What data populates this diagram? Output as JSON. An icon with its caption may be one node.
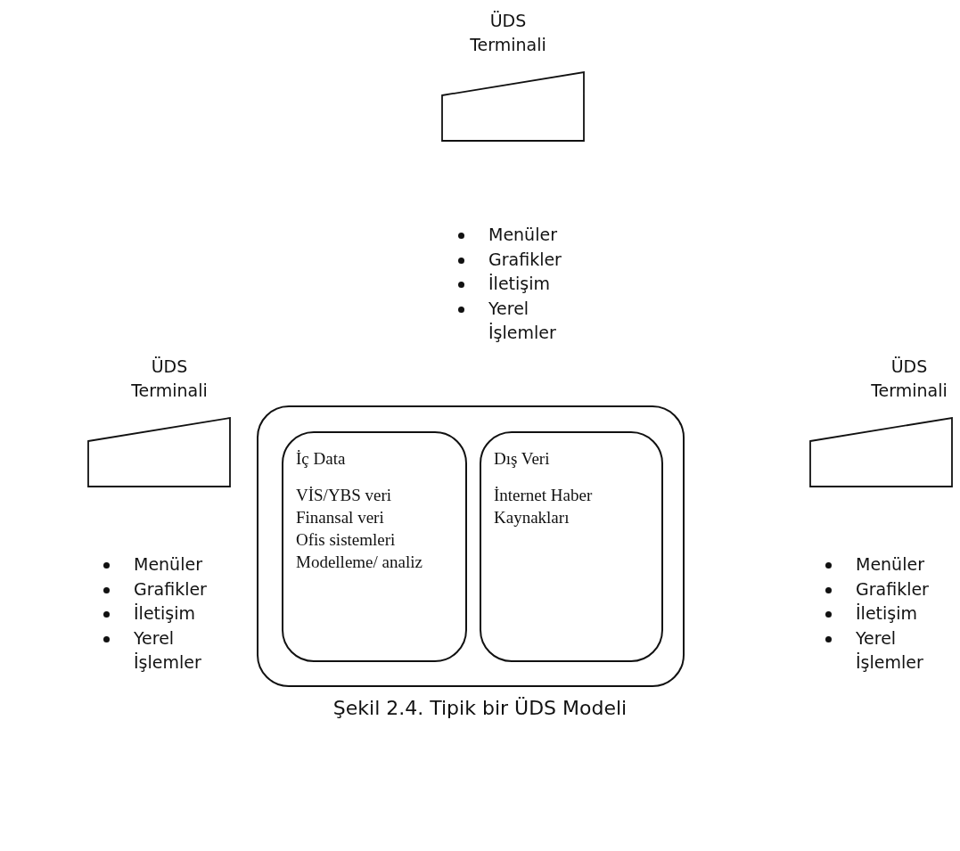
{
  "diagram": {
    "caption": "Şekil 2.4. Tipik bir ÜDS Modeli",
    "nodes": [
      {
        "text": [
          "ÜDS Terminali"
        ],
        "beside": [
          "Menüler",
          "Grafikler",
          "İletişim",
          "Yerel İşlemler"
        ]
      },
      {
        "text": [
          "ÜDS Terminali"
        ],
        "beside": [
          "Menüler",
          "Grafikler",
          "İletişim",
          "Yerel İşlemler"
        ]
      },
      {
        "text": [],
        "shape": "box"
      },
      {
        "text": [
          "İç Data",
          "VİS/YBS veri",
          "Finansal veri",
          "Ofis sistemleri",
          "Modelleme/ analiz"
        ],
        "in": 2
      },
      {
        "text": [
          "Dış Veri",
          "İnternet Haber Kaynakları"
        ],
        "in": 2
      },
      {
        "text": [
          "ÜDS Terminali"
        ],
        "beside": [
          "Menüler",
          "Grafikler",
          "İletişim",
          "Yerel İşlemler"
        ]
      }
    ],
    "edges": []
  }
}
